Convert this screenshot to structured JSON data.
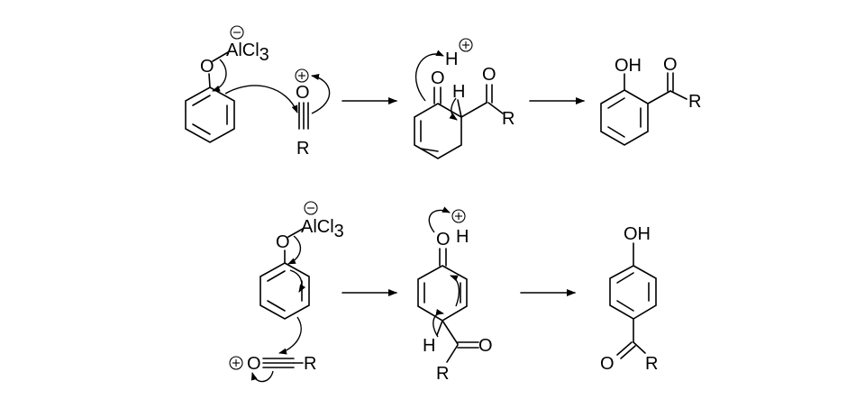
{
  "labels": {
    "oxygen": "O",
    "alcl": "AlCl",
    "alcl_sub": "3",
    "r_group": "R",
    "hydrogen": "H",
    "hydroxyl": "OH"
  }
}
